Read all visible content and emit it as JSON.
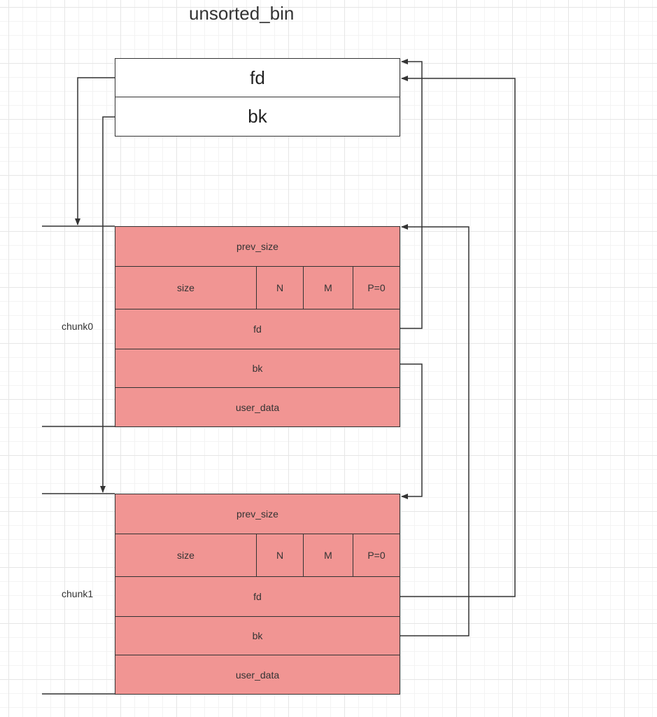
{
  "title": "unsorted_bin",
  "bin": {
    "fd": "fd",
    "bk": "bk"
  },
  "chunks": [
    {
      "label": "chunk0",
      "prev_size": "prev_size",
      "size": "size",
      "n": "N",
      "m": "M",
      "p": "P=0",
      "fd": "fd",
      "bk": "bk",
      "user_data": "user_data"
    },
    {
      "label": "chunk1",
      "prev_size": "prev_size",
      "size": "size",
      "n": "N",
      "m": "M",
      "p": "P=0",
      "fd": "fd",
      "bk": "bk",
      "user_data": "user_data"
    }
  ],
  "colors": {
    "chunk_fill": "#f19593",
    "line": "#333333",
    "grid": "#e6e6e6"
  }
}
